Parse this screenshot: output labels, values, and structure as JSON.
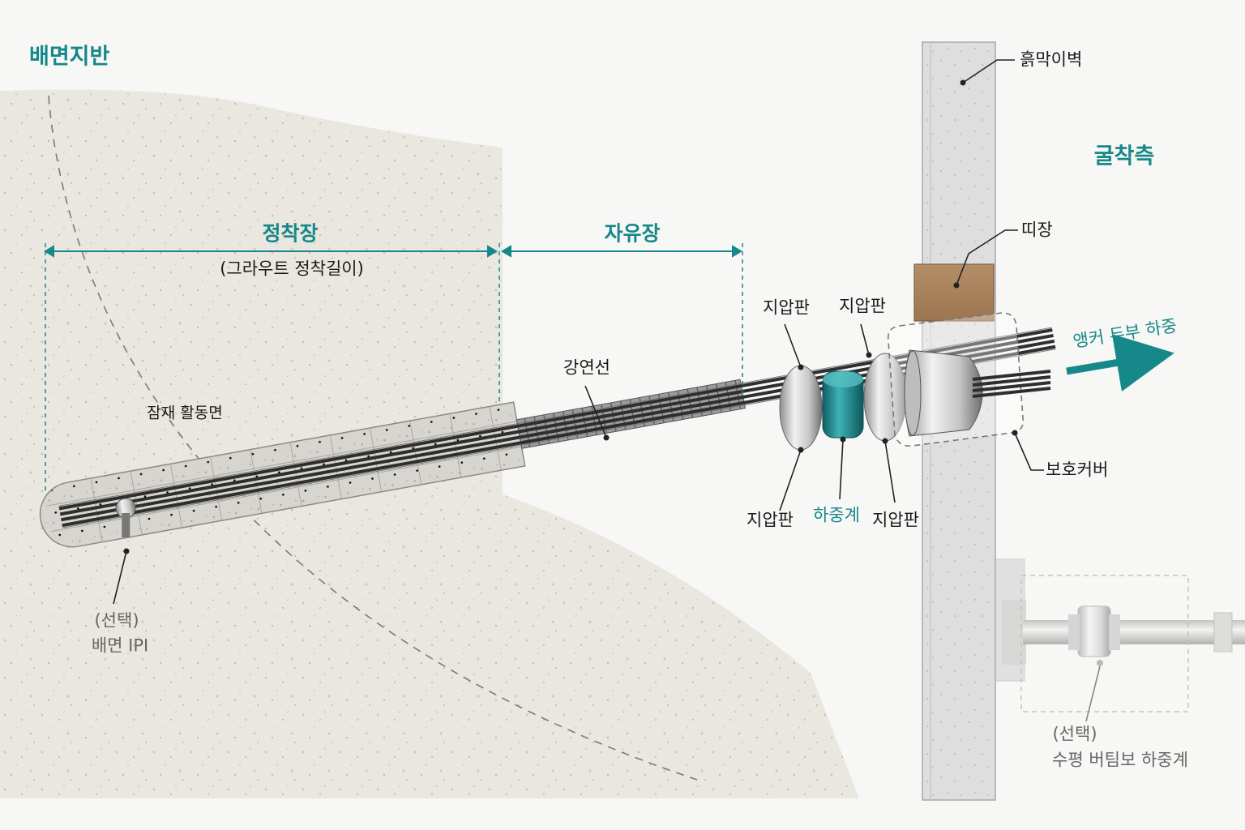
{
  "title_region": "배면지반",
  "excavation_side": "굴착측",
  "fixed_length": {
    "label": "정착장",
    "sub": "(그라우트 정착길이)"
  },
  "free_length": {
    "label": "자유장"
  },
  "slip_surface": "잠재 활동면",
  "strand": "강연선",
  "wall": "흙막이벽",
  "wale": "띠장",
  "protective_cover": "보호커버",
  "bearing_plate_labels": [
    "지압판",
    "지압판",
    "지압판",
    "지압판"
  ],
  "load_cell": "하중계",
  "anchor_head_load": "앵커 두부 하중",
  "optional_ipi": {
    "tag": "(선택)",
    "name": "배면 IPI"
  },
  "optional_strut_cell": {
    "tag": "(선택)",
    "name": "수평 버팀보 하중계"
  },
  "colors": {
    "accent_teal": "#16888a",
    "soil": "#e8e6df",
    "wall": "#dcdcd8",
    "wale": "#a47f5a",
    "load_cell": "#1f8f95"
  }
}
